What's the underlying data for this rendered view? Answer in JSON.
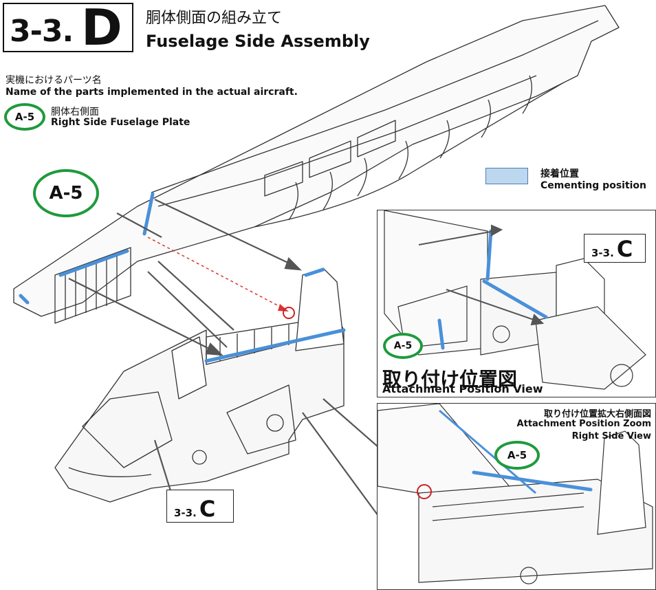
{
  "header": {
    "step_number": "3-3.",
    "step_letter": "D",
    "title_jp": "胴体側面の組み立て",
    "title_en": "Fuselage Side Assembly"
  },
  "parts": {
    "heading_jp": "実機におけるパーツ名",
    "heading_en": "Name of the parts implemented in the actual aircraft.",
    "items": [
      {
        "code": "A-5",
        "name_jp": "胴体右側面",
        "name_en": "Right Side Fuselage Plate"
      }
    ]
  },
  "legend": {
    "cementing_jp": "接着位置",
    "cementing_en": "Cementing position",
    "cementing_color": "#bdd7ee"
  },
  "main_callout": {
    "code": "A-5"
  },
  "ref_main": {
    "number": "3-3.",
    "letter": "C"
  },
  "attach_view": {
    "title_jp": "取り付け位置図",
    "title_en": "Attachment Position View",
    "ref_number": "3-3.",
    "ref_letter": "C",
    "part_code": "A-5"
  },
  "zoom_view": {
    "title_jp": "取り付け位置拡大右側面図",
    "title_en_1": "Attachment Position Zoom",
    "title_en_2": "Right Side View",
    "part_code": "A-5"
  },
  "colors": {
    "badge_green": "#1e9a3c",
    "cement_blue": "#4a90d9",
    "line": "#333333"
  }
}
